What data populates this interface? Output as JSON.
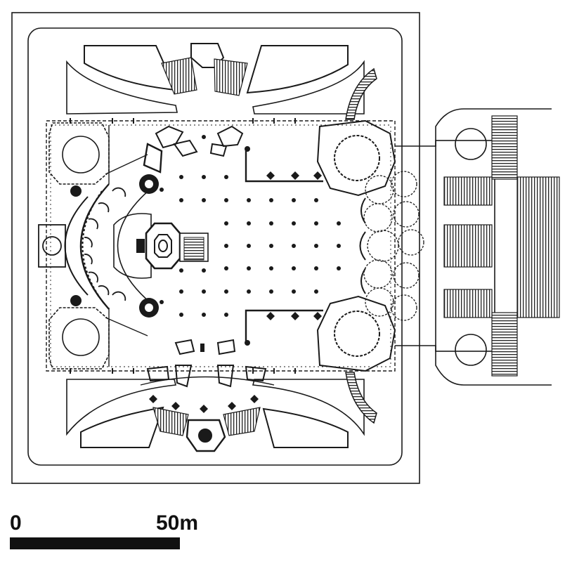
{
  "scale": {
    "start_label": "0",
    "end_label": "50m"
  },
  "colors": {
    "ink": "#1a1a1a",
    "paper": "#ffffff",
    "hatch": "#2a2a2a",
    "stairs": "#333333"
  },
  "icons": {
    "column": "column-dot",
    "tower": "tower-circle",
    "dome": "octagon-dome"
  }
}
